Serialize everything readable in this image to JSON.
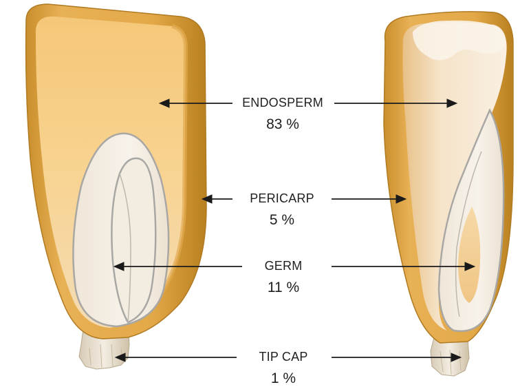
{
  "components": [
    {
      "id": "endosperm",
      "name": "ENDOSPERM",
      "percent": "83 %",
      "share": 83
    },
    {
      "id": "pericarp",
      "name": "PERICARP",
      "percent": "5 %",
      "share": 5
    },
    {
      "id": "germ",
      "name": "GERM",
      "percent": "11 %",
      "share": 11
    },
    {
      "id": "tip-cap",
      "name": "TIP CAP",
      "percent": "1 %",
      "share": 1
    }
  ],
  "colors": {
    "pericarp_outer": "#d49a35",
    "pericarp_light": "#f0c06a",
    "endosperm": "#f7cf88",
    "endosperm_white": "#f6ece0",
    "germ": "#f1ebe1",
    "germ_outline": "#a9a7a4",
    "tip_cap": "#e9e1d2",
    "arrow": "#1a1a1a"
  }
}
